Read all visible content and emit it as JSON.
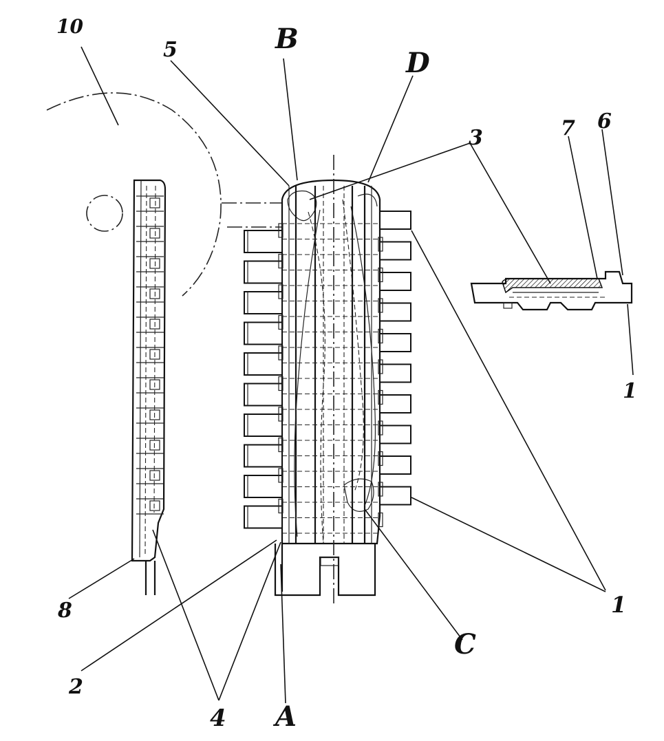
{
  "labels": {
    "l10": "10",
    "l5": "5",
    "lB": "B",
    "lD": "D",
    "l3": "3",
    "l7": "7",
    "l6": "6",
    "l1a": "1",
    "l1b": "1",
    "l8": "8",
    "l2": "2",
    "l4": "4",
    "lA": "A",
    "lC": "C"
  }
}
